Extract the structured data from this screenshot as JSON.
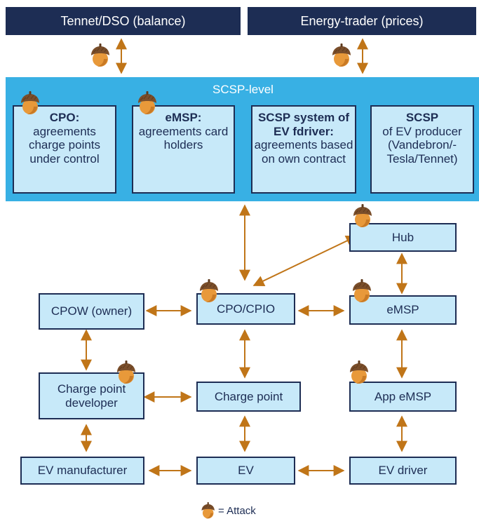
{
  "top": {
    "left": "Tennet/DSO (balance)",
    "right": "Energy-trader (prices)"
  },
  "scsp": {
    "title": "SCSP-level",
    "cards": [
      {
        "bold": "CPO:",
        "rest": "agreements charge points under control"
      },
      {
        "bold": "eMSP:",
        "rest": "agreements card holders"
      },
      {
        "bold": "SCSP system of EV fdriver:",
        "rest": "agreements based on own contract"
      },
      {
        "bold": "SCSP",
        "rest": "of EV producer (Vandebron/-Tesla/Tennet)"
      }
    ]
  },
  "nodes": {
    "hub": "Hub",
    "cpow": "CPOW (owner)",
    "cpo_cpio": "CPO/CPIO",
    "emsp": "eMSP",
    "charge_point_developer": "Charge point developer",
    "charge_point": "Charge point",
    "app_emsp": "App eMSP",
    "ev_manufacturer": "EV manufacturer",
    "ev": "EV",
    "ev_driver": "EV driver"
  },
  "legend": {
    "label": "= Attack",
    "icon": "acorn-icon"
  },
  "colors": {
    "dark_blue": "#1d2d54",
    "scsp_blue": "#38b0e4",
    "box_fill": "#c7e9f9",
    "arrow": "#c07518",
    "acorn_cap": "#7a4e2a",
    "acorn_body": "#e8993a"
  }
}
